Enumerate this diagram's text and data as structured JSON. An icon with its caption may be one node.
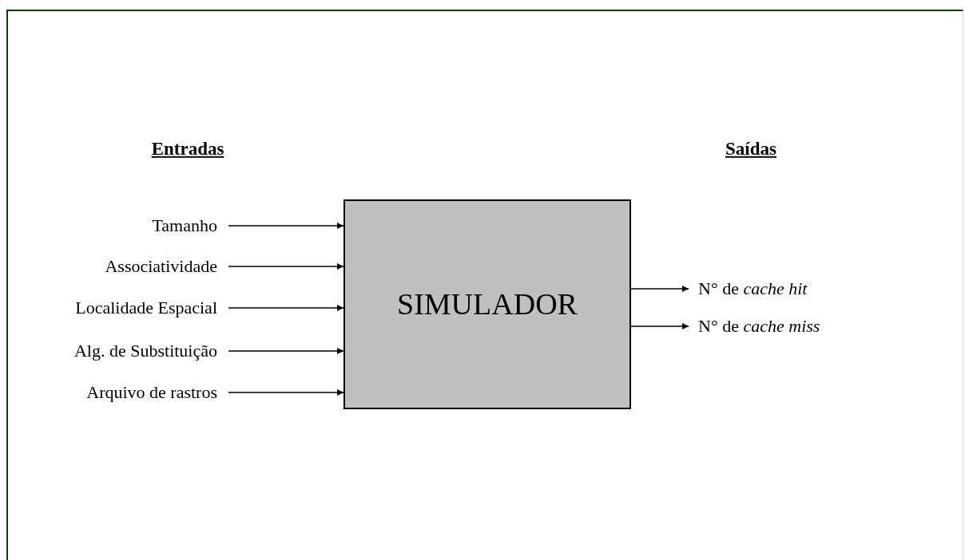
{
  "diagram": {
    "nodes": [
      {
        "text": [
          "Tamanho"
        ]
      },
      {
        "text": [
          "Associatividade"
        ]
      },
      {
        "text": [
          "Localidade Espacial"
        ]
      },
      {
        "text": [
          "Alg. de Substituição"
        ]
      },
      {
        "text": [
          "Arquivo de rastros"
        ]
      },
      {
        "text": [
          "SIMULADOR"
        ]
      },
      {
        "text": [
          "N° de *cache hit*"
        ]
      },
      {
        "text": [
          "N° de *cache miss*"
        ]
      }
    ],
    "edges": [
      {
        "from": 0,
        "to": 5,
        "arrow": "to"
      },
      {
        "from": 1,
        "to": 5,
        "arrow": "to"
      },
      {
        "from": 2,
        "to": 5,
        "arrow": "to"
      },
      {
        "from": 3,
        "to": 5,
        "arrow": "to"
      },
      {
        "from": 4,
        "to": 5,
        "arrow": "to"
      },
      {
        "from": 5,
        "to": 6,
        "arrow": "to"
      },
      {
        "from": 5,
        "to": 7,
        "arrow": "to"
      }
    ],
    "labels": [
      "Entradas",
      "Saídas"
    ]
  }
}
